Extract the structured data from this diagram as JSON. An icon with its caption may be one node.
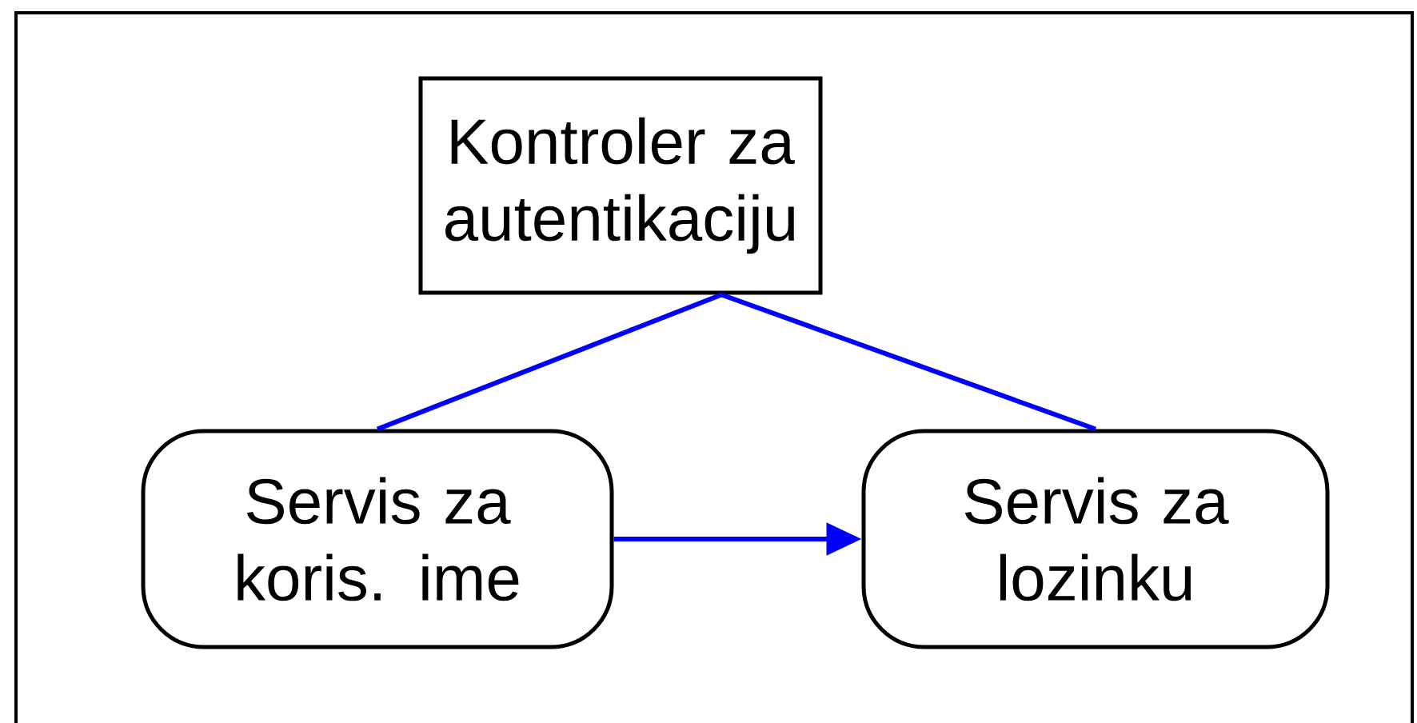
{
  "diagram": {
    "nodes": [
      {
        "text": [
          "Kontroler za autentikaciju"
        ]
      },
      {
        "text": [
          "Servis za koris. ime"
        ]
      },
      {
        "text": [
          "Servis za lozinku"
        ]
      }
    ],
    "edges": [
      {
        "from": 0,
        "to": 1,
        "arrow": "none"
      },
      {
        "from": 0,
        "to": 2,
        "arrow": "none"
      },
      {
        "from": 1,
        "to": 2,
        "arrow": "to"
      }
    ]
  }
}
